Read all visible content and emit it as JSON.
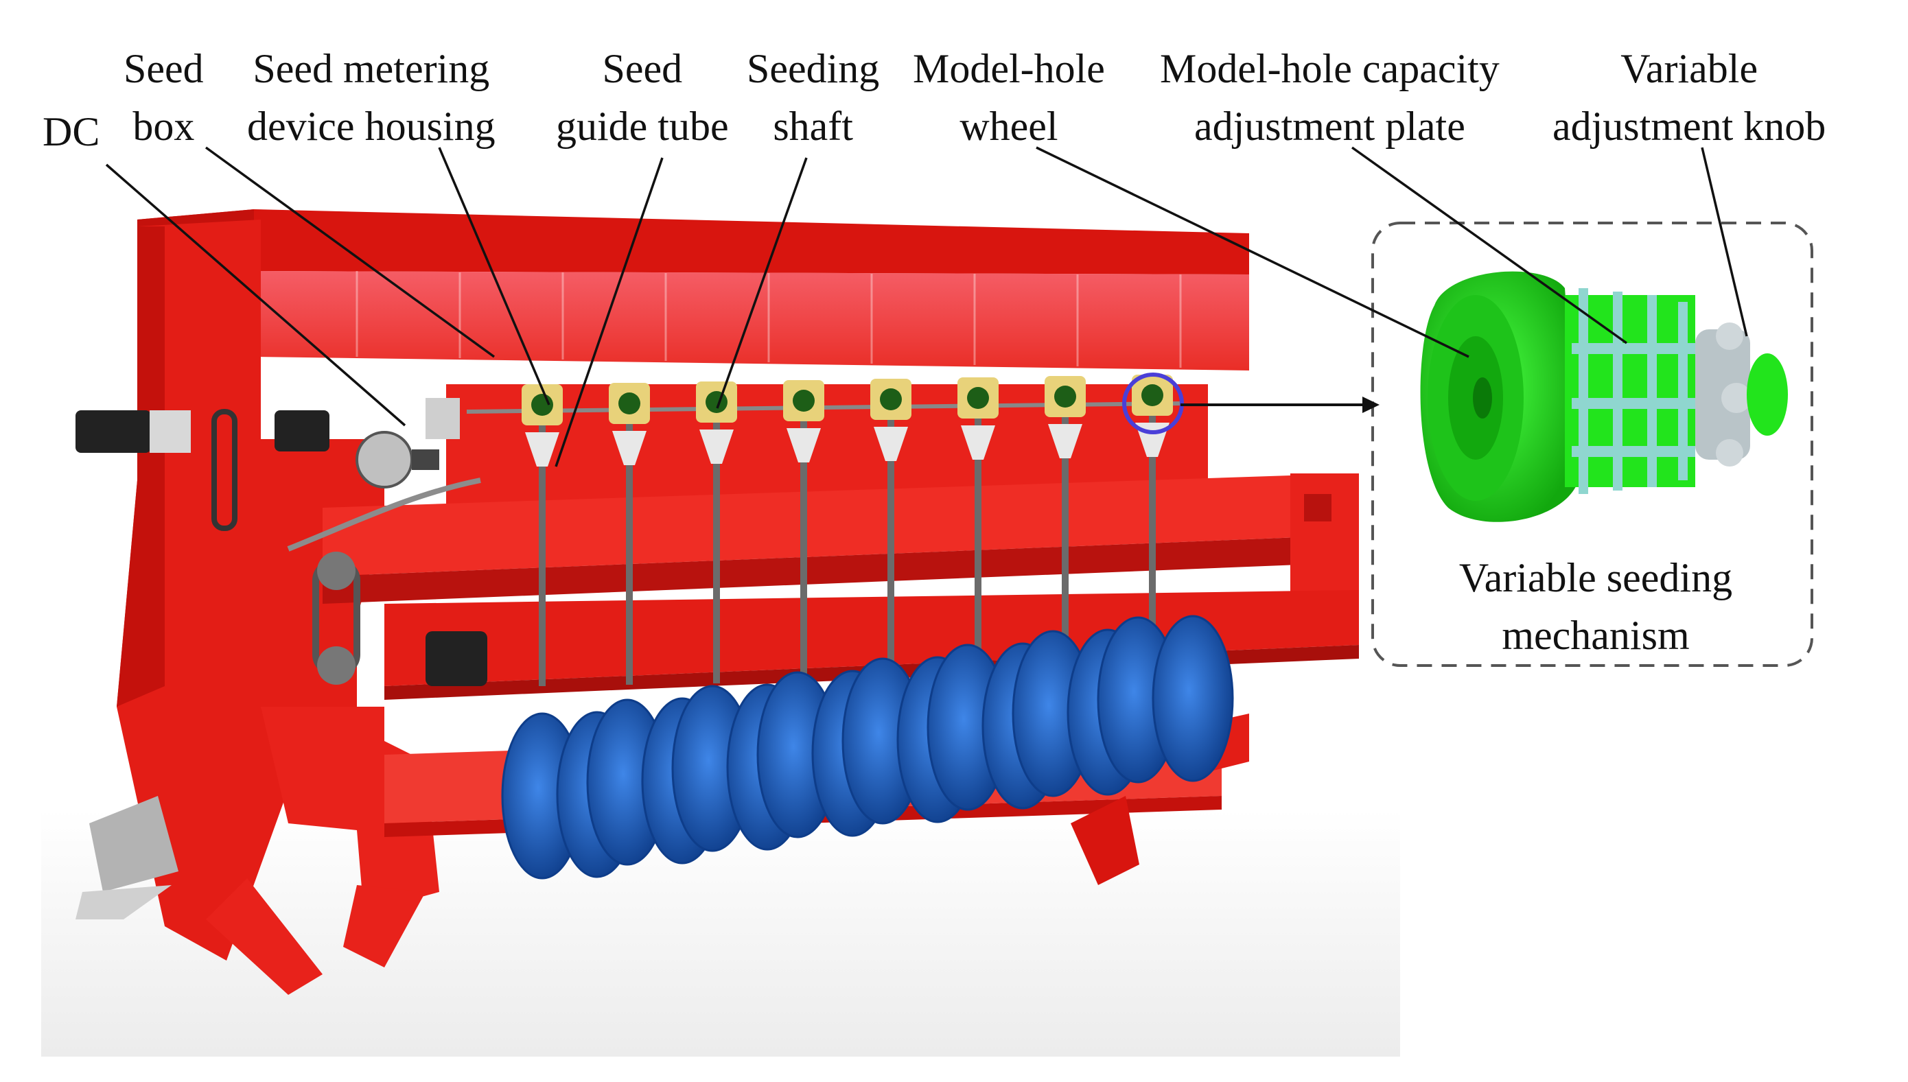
{
  "labels": {
    "dc": "DC",
    "seed_box": [
      "Seed",
      "box"
    ],
    "seed_metering_housing": [
      "Seed metering",
      "device housing"
    ],
    "seed_guide_tube": [
      "Seed",
      "guide tube"
    ],
    "seeding_shaft": [
      "Seeding",
      "shaft"
    ],
    "model_hole_wheel": [
      "Model-hole",
      "wheel"
    ],
    "capacity_adjustment_plate": [
      "Model-hole capacity",
      "adjustment plate"
    ],
    "variable_adjustment_knob": [
      "Variable",
      "adjustment knob"
    ]
  },
  "inset": {
    "caption": [
      "Variable seeding",
      "mechanism"
    ]
  },
  "colors": {
    "frame_red": "#e8221b",
    "frame_red_dark": "#b8120e",
    "frame_red_light": "#ff5a4a",
    "disc_blue": "#1f63c9",
    "disc_blue_dark": "#0e3d8a",
    "housing_yellow": "#e8d27a",
    "wheel_green": "#22e41c",
    "wheel_green_dark": "#12a80e",
    "knob_grey": "#b9c4c8",
    "cage_teal": "#8fd6cf",
    "leader_line": "#111111",
    "highlight_circle": "#4a3fd8"
  },
  "units": {
    "metering_units": 8,
    "furrow_discs": 16
  }
}
